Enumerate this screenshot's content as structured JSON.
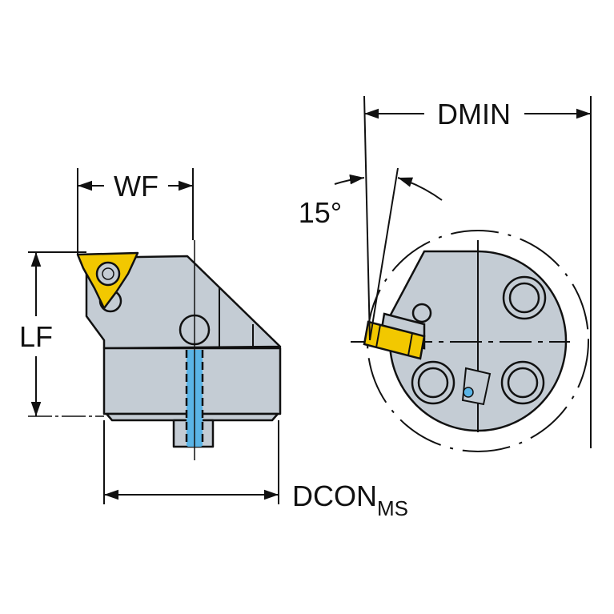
{
  "labels": {
    "wf": "WF",
    "lf": "LF",
    "dmin": "DMIN",
    "angle": "15°",
    "dcon": "DCON",
    "dcon_sub": "MS"
  },
  "colors": {
    "body": "#c4ccd4",
    "insert": "#f2c800",
    "coolant": "#5ab4e6",
    "line": "#111111"
  }
}
